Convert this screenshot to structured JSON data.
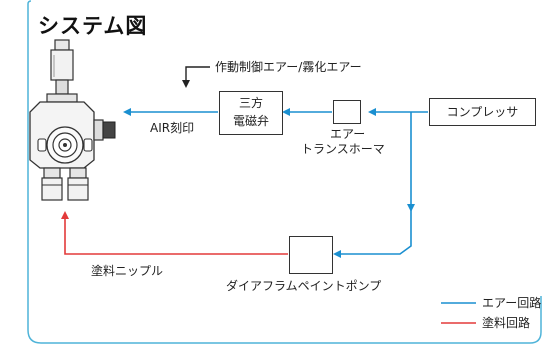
{
  "title": "システム図",
  "labels": {
    "control_air": "作動制御エアー/霧化エアー",
    "air_stamp": "AIR刻印",
    "valve_line1": "三方",
    "valve_line2": "電磁弁",
    "transformer_line1": "エアー",
    "transformer_line2": "トランスホーマ",
    "compressor": "コンプレッサ",
    "paint_nipple": "塗料ニップル",
    "pump": "ダイアフラムペイントポンプ"
  },
  "legend": [
    {
      "label": "エアー回路",
      "color": "#1a8fd0"
    },
    {
      "label": "塗料回路",
      "color": "#e33a3a"
    }
  ],
  "colors": {
    "air": "#1a8fd0",
    "paint": "#e33a3a",
    "frame": "#4fb4d9",
    "line": "#222222"
  }
}
